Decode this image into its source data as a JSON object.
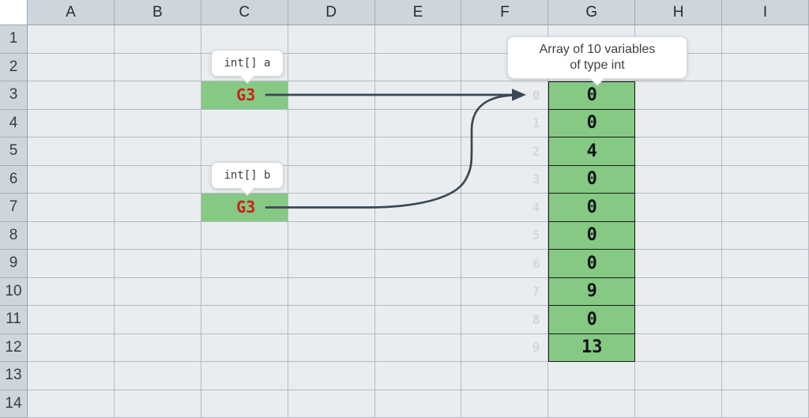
{
  "grid": {
    "corner_label": "",
    "column_headers": [
      "A",
      "B",
      "C",
      "D",
      "E",
      "F",
      "G",
      "H",
      "I"
    ],
    "row_headers": [
      "1",
      "2",
      "3",
      "4",
      "5",
      "6",
      "7",
      "8",
      "9",
      "10",
      "11",
      "12",
      "13",
      "14"
    ]
  },
  "variables": [
    {
      "name_label": "int[] a",
      "cell": "C3",
      "value": "G3"
    },
    {
      "name_label": "int[] b",
      "cell": "C7",
      "value": "G3"
    }
  ],
  "array_callout": {
    "line1": "Array of 10 variables",
    "line2": "of type int"
  },
  "array": {
    "column": "G",
    "index_column": "F",
    "first_row": 3,
    "indices": [
      "0",
      "1",
      "2",
      "3",
      "4",
      "5",
      "6",
      "7",
      "8",
      "9"
    ],
    "values": [
      "0",
      "0",
      "4",
      "0",
      "0",
      "0",
      "0",
      "9",
      "0",
      "13"
    ]
  },
  "colors": {
    "header_bg": "#cfd6db",
    "cell_bg": "#e9edf0",
    "grid_line": "#b3bac0",
    "array_fill": "#85c985",
    "array_border": "#1a1a1a",
    "reference_text": "#cb2015",
    "index_text": "#d2d7da",
    "arrow": "#3b4853",
    "callout_bg": "#ffffff",
    "callout_border": "#d7d9da",
    "callout_text": "#3f3f3f"
  }
}
